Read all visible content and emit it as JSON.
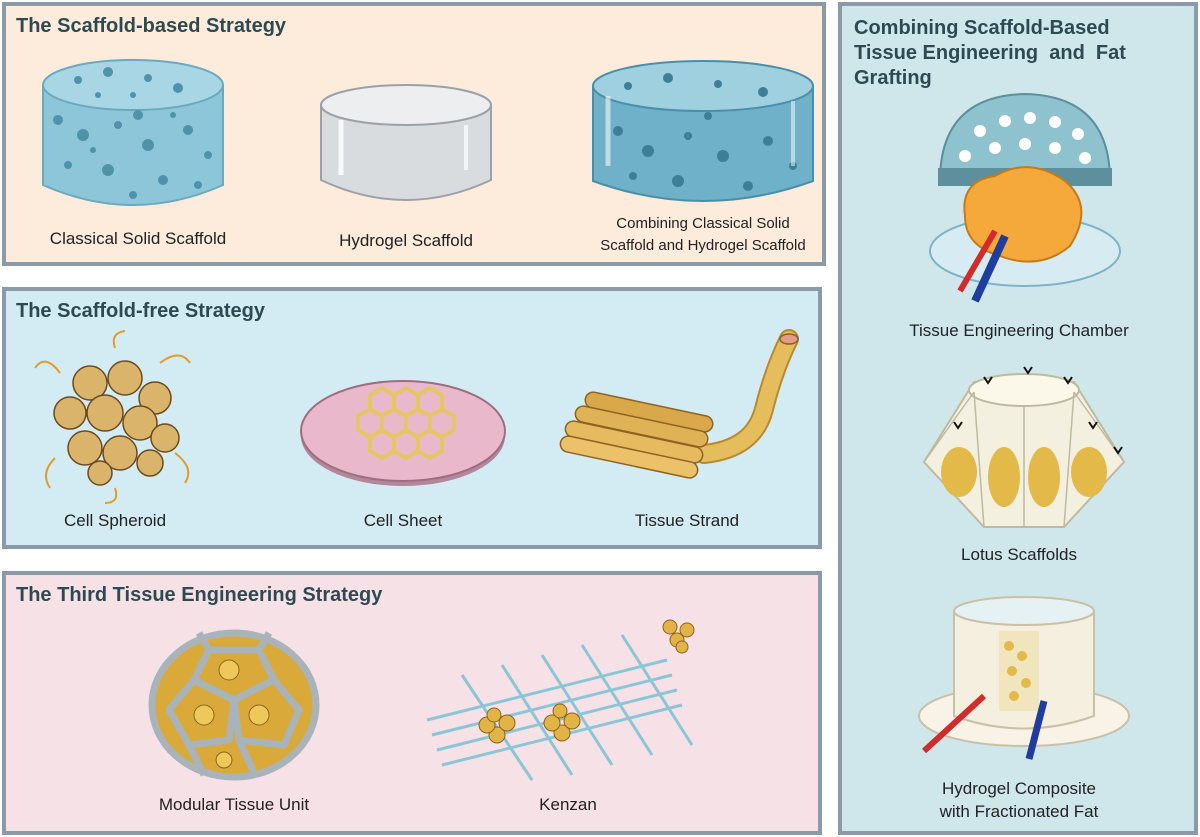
{
  "scaffold_based": {
    "title": "The Scaffold-based Strategy",
    "items": {
      "classical": "Classical Solid Scaffold",
      "hydrogel": "Hydrogel Scaffold",
      "combined_line1": "Combining Classical Solid",
      "combined_line2": "Scaffold and Hydrogel Scaffold"
    }
  },
  "scaffold_free": {
    "title": "The Scaffold-free Strategy",
    "items": {
      "spheroid": "Cell Spheroid",
      "sheet": "Cell Sheet",
      "strand": "Tissue Strand"
    }
  },
  "third": {
    "title": "The Third Tissue Engineering Strategy",
    "items": {
      "modular": "Modular Tissue Unit",
      "kenzan": "Kenzan"
    }
  },
  "combining": {
    "title_line1": "Combining Scaffold-Based",
    "title_line2": "Tissue Engineering  and  Fat",
    "title_line3": "Grafting",
    "items": {
      "chamber": "Tissue Engineering Chamber",
      "lotus": "Lotus Scaffolds",
      "hydrogel_line1": "Hydrogel Composite",
      "hydrogel_line2": "with Fractionated Fat"
    }
  },
  "colors": {
    "panel1_bg": "#fdebdc",
    "panel2_bg": "#d3ebf2",
    "panel3_bg": "#f5e1e6",
    "panel4_bg": "#cfe7eb",
    "border": "#8a9aa6",
    "title": "#2d4a52"
  }
}
